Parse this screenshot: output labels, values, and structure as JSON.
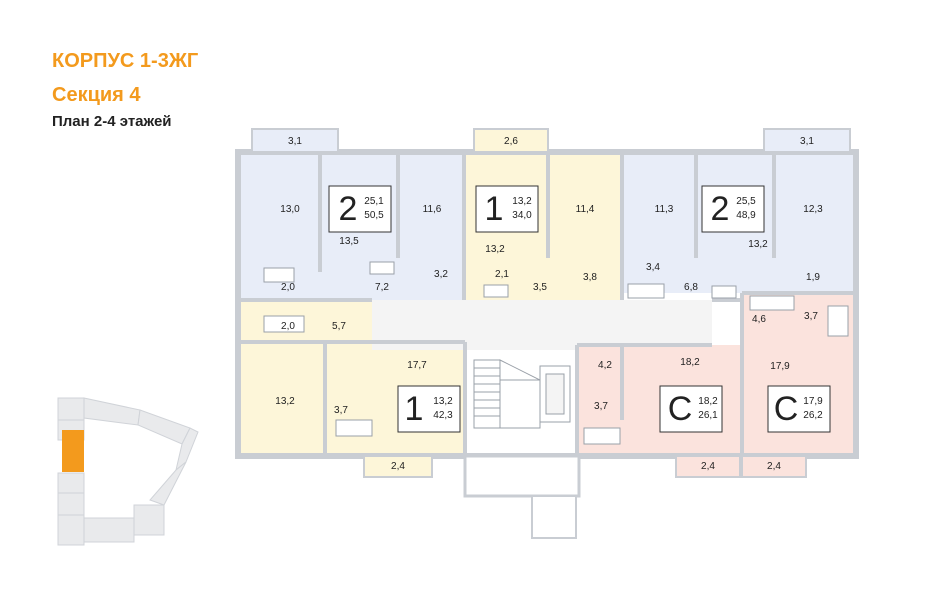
{
  "header": {
    "building": "КОРПУС 1-3ЖГ",
    "section": "Секция 4",
    "plan": "План 2-4 этажей"
  },
  "colors": {
    "accent": "#f39a1d",
    "type2": "#e8edf8",
    "type1": "#fdf6d9",
    "typeC": "#fbe3dd",
    "corridor": "#f4f4f4",
    "wall": "#c9cdd3"
  },
  "apartments": [
    {
      "id": "apt-2-left",
      "type": "2",
      "living": "25,1",
      "total": "50,5"
    },
    {
      "id": "apt-1-top",
      "type": "1",
      "living": "13,2",
      "total": "34,0"
    },
    {
      "id": "apt-2-right",
      "type": "2",
      "living": "25,5",
      "total": "48,9"
    },
    {
      "id": "apt-1-bottom",
      "type": "1",
      "living": "13,2",
      "total": "42,3"
    },
    {
      "id": "apt-c-mid",
      "type": "С",
      "living": "18,2",
      "total": "26,1"
    },
    {
      "id": "apt-c-right",
      "type": "С",
      "living": "17,9",
      "total": "26,2"
    }
  ],
  "rooms": {
    "bal_tl": "3,1",
    "bal_tm": "2,6",
    "bal_tr": "3,1",
    "bal_bl": "2,4",
    "bal_bm": "2,4",
    "bal_br": "2,4",
    "r13_0": "13,0",
    "r13_5": "13,5",
    "r11_6": "11,6",
    "r3_2": "3,2",
    "r2_0a": "2,0",
    "r7_2": "7,2",
    "r2_0b": "2,0",
    "r5_7": "5,7",
    "r11_4": "11,4",
    "r13_2a": "13,2",
    "r2_1": "2,1",
    "r3_5": "3,5",
    "r3_8": "3,8",
    "r11_3": "11,3",
    "r3_4": "3,4",
    "r6_8": "6,8",
    "r13_2b": "13,2",
    "r12_3": "12,3",
    "r1_9": "1,9",
    "r13_2c": "13,2",
    "r17_7": "17,7",
    "r3_7a": "3,7",
    "r4_2": "4,2",
    "r3_7b": "3,7",
    "r18_2": "18,2",
    "r4_6": "4,6",
    "r3_7c": "3,7",
    "r17_9": "17,9"
  }
}
